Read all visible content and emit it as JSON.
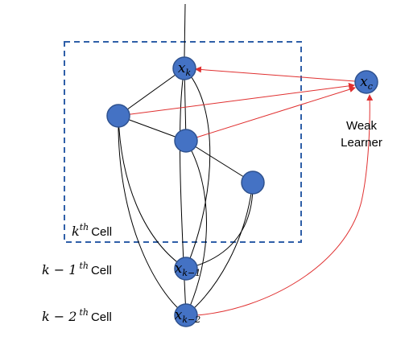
{
  "nodes": {
    "xk": {
      "base": "x",
      "sub": "k"
    },
    "xc": {
      "base": "x",
      "sub": "c"
    },
    "xk1": {
      "base": "x",
      "sub": "k−1"
    },
    "xk2": {
      "base": "x",
      "sub": "k−2"
    }
  },
  "labels": {
    "weak_learner_line1": "Weak",
    "weak_learner_line2": "Learner",
    "kth_cell_math": "k",
    "kth_cell_sup": "th",
    "kth_cell_word": "Cell",
    "k1_cell_math": "k − 1",
    "k1_cell_sup": "th",
    "k1_cell_word": "Cell",
    "k2_cell_math": "k − 2",
    "k2_cell_sup": "th",
    "k2_cell_word": "Cell"
  },
  "colors": {
    "node_fill": "#4472C4",
    "box_border": "#2F5FA8",
    "arrow": "#E03030"
  }
}
